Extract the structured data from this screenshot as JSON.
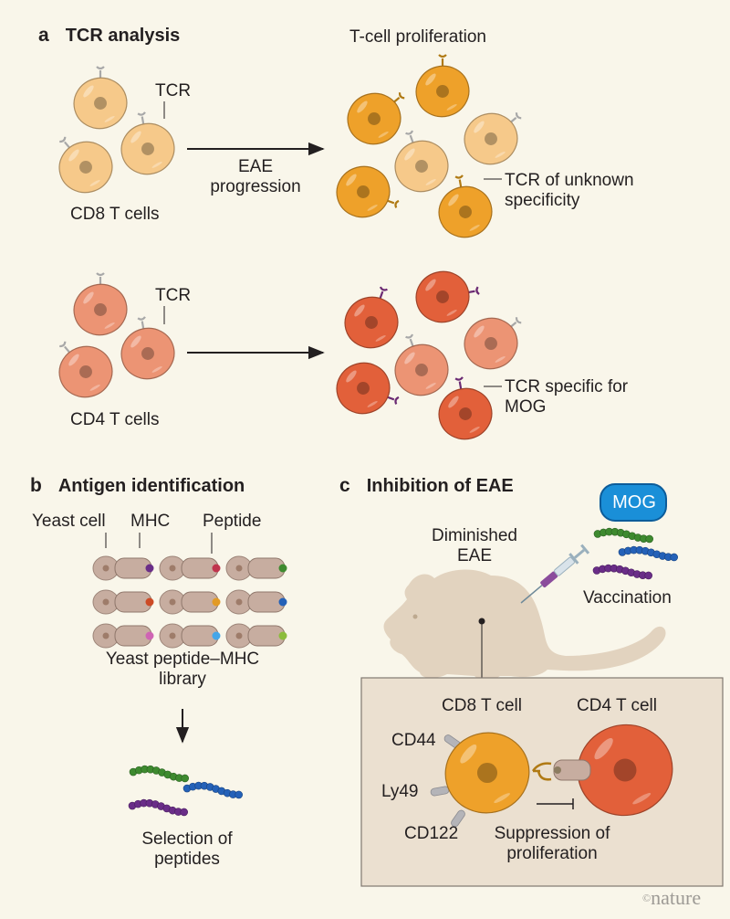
{
  "colors": {
    "background": "#f9f6ea",
    "cd8_inactive": "#f6c98a",
    "cd8_active": "#eea12a",
    "cd4_inactive": "#ec9474",
    "cd4_active": "#e2603a",
    "tcr_generic": "#a8a8a8",
    "tcr_unknown": "#b07a14",
    "tcr_mog": "#6b2a73",
    "yeast": "#c7ada0",
    "inset_box": "#ebe0d0",
    "mouse": "#e2d3bf",
    "mog_badge": "#1a8fd8",
    "peptide_green": "#3e8a2f",
    "peptide_blue": "#2461b8",
    "peptide_purple": "#6a2d88",
    "peptide_colors": [
      "#6a2d88",
      "#c0344d",
      "#3e8a2f",
      "#cc4a25",
      "#e29a26",
      "#2461b8",
      "#cf64b4",
      "#44a6e8",
      "#8cbc3c"
    ]
  },
  "panel_a": {
    "letter": "a",
    "title": "TCR analysis",
    "subtitle": "T-cell proliferation",
    "cd8": {
      "group_label": "CD8 T cells",
      "tcr_label": "TCR",
      "arrow_label": "EAE progression",
      "annotation": "TCR of unknown specificity"
    },
    "cd4": {
      "group_label": "CD4 T cells",
      "tcr_label": "TCR",
      "annotation": "TCR specific for MOG"
    }
  },
  "panel_b": {
    "letter": "b",
    "title": "Antigen identification",
    "labels": {
      "yeast_cell": "Yeast cell",
      "mhc": "MHC",
      "peptide": "Peptide"
    },
    "library_label": "Yeast peptide–MHC library",
    "selection_label": "Selection of peptides"
  },
  "panel_c": {
    "letter": "c",
    "title": "Inhibition of EAE",
    "mog_badge": "MOG",
    "diminished_label": "Diminished EAE",
    "vaccination_label": "Vaccination",
    "inset": {
      "cd8_label": "CD8 T cell",
      "cd4_label": "CD4 T cell",
      "markers": [
        "CD44",
        "Ly49",
        "CD122"
      ],
      "suppression_label": "Suppression of proliferation"
    }
  },
  "credit": {
    "symbol": "©",
    "text": "nature"
  }
}
